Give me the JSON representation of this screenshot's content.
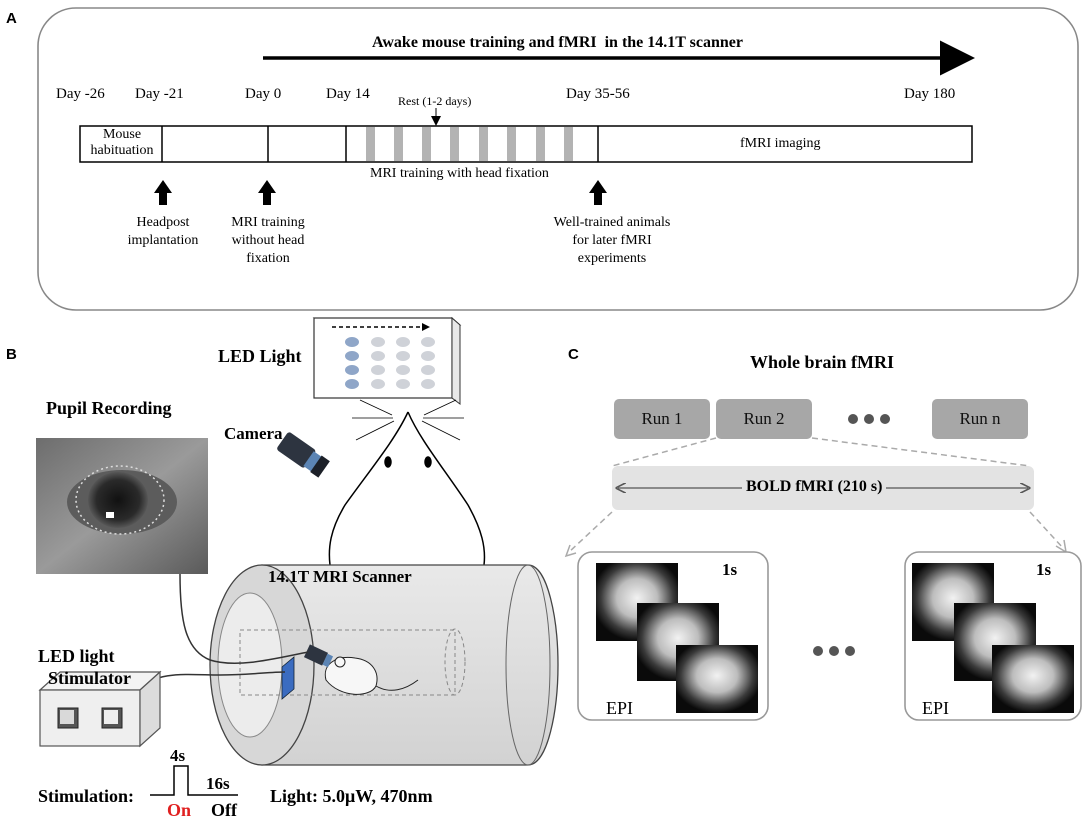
{
  "panelA": {
    "letter": "A",
    "title": "Awake mouse training and fMRI  in the 14.1T scanner",
    "days": [
      "Day -26",
      "Day -21",
      "Day 0",
      "Day 14",
      "Day 35-56",
      "Day 180"
    ],
    "rest_label": "Rest (1-2 days)",
    "segment_habituation": "Mouse habituation",
    "segment_imaging": "fMRI imaging",
    "training_caption": "MRI training with head fixation",
    "arrow_headpost": "Headpost implantation",
    "arrow_training": "MRI training without head fixation",
    "arrow_welltrained": "Well-trained animals for later fMRI experiments"
  },
  "panelB": {
    "letter": "B",
    "led_light": "LED Light",
    "pupil_recording": "Pupil Recording",
    "camera": "Camera",
    "scanner": "14.1T MRI Scanner",
    "stimulator_line1": "LED light",
    "stimulator_line2": "Stimulator",
    "stimulation": "Stimulation:",
    "pulse_on_duration": "4s",
    "pulse_off_duration": "16s",
    "on": "On",
    "off": "Off",
    "light": "Light: 5.0μW, 470nm"
  },
  "panelC": {
    "letter": "C",
    "title": "Whole brain fMRI",
    "runs": [
      "Run 1",
      "Run 2",
      "Run n"
    ],
    "bold": "BOLD fMRI (210 s)",
    "epi_label": "EPI",
    "frame_time": "1s"
  },
  "colors": {
    "run_box": "#a7a7a7",
    "bold_bar": "#e3e3e3",
    "training_stripe": "#b3b3b3",
    "led_blue": "#8fa6c8",
    "on_red": "#e02020"
  }
}
